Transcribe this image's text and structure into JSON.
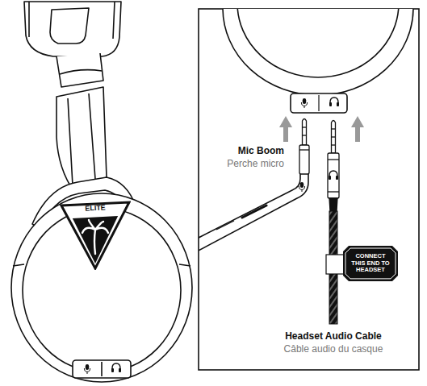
{
  "diagram": {
    "nodes": [
      {
        "text": [
          "ELITE"
        ]
      },
      {
        "text": [
          "CONNECT THIS END TO HEADSET"
        ]
      }
    ],
    "labels": [
      "Mic Boom",
      "Perche micro",
      "Headset Audio Cable",
      "Câble audio du casque"
    ]
  }
}
